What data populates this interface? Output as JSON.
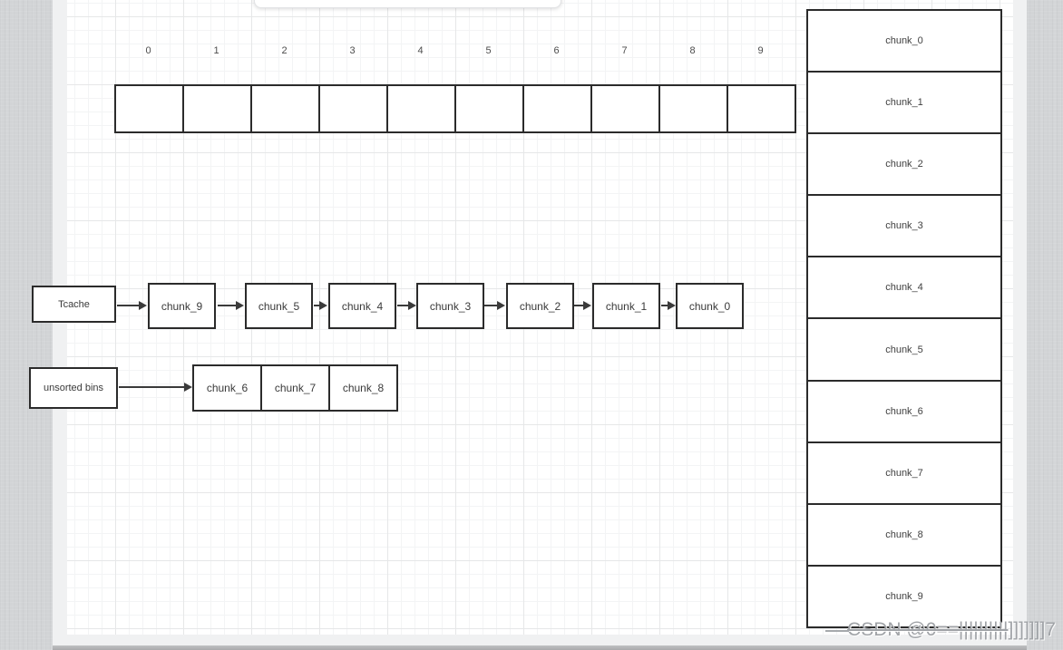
{
  "diagram": {
    "array_row": {
      "index_labels": [
        "0",
        "1",
        "2",
        "3",
        "4",
        "5",
        "6",
        "7",
        "8",
        "9"
      ],
      "cell_count": 10
    },
    "tcache_list": {
      "head_label": "Tcache",
      "nodes": [
        "chunk_9",
        "chunk_5",
        "chunk_4",
        "chunk_3",
        "chunk_2",
        "chunk_1",
        "chunk_0"
      ]
    },
    "unsorted_list": {
      "head_label": "unsorted bins",
      "cells": [
        "chunk_6",
        "chunk_7",
        "chunk_8"
      ]
    },
    "memory_stack": {
      "items": [
        "chunk_0",
        "chunk_1",
        "chunk_2",
        "chunk_3",
        "chunk_4",
        "chunk_5",
        "chunk_6",
        "chunk_7",
        "chunk_8",
        "chunk_9"
      ]
    },
    "colors": {
      "box_border": "#2b2b2b",
      "box_fill": "#ffffff",
      "arrow": "#3a3a3a",
      "grid_minor": "#f3f4f5",
      "grid_major": "#e6e7e8",
      "page_margin": "#f0f1f2",
      "outer_background": "#d2d4d6"
    }
  },
  "watermark": {
    "part1": "CSDN @0==||||||||||",
    "part2": "]]]]]]]7"
  }
}
